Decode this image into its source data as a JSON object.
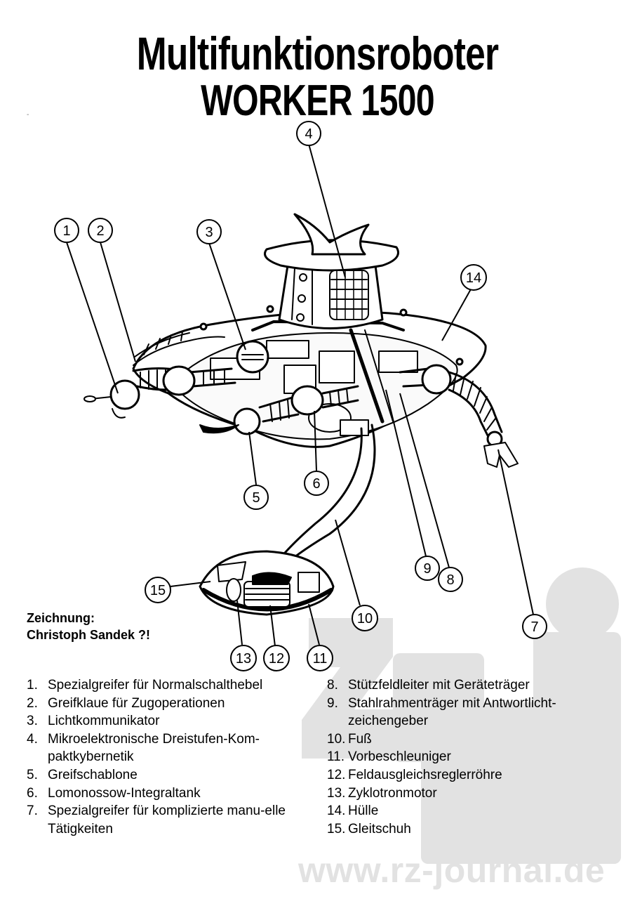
{
  "title": {
    "line1": "Multifunktionsroboter",
    "line2": "WORKER 1500"
  },
  "credit": {
    "label": "Zeichnung:",
    "author": "Christoph Sandek ?!"
  },
  "callouts": [
    "1",
    "2",
    "3",
    "4",
    "5",
    "6",
    "7",
    "8",
    "9",
    "10",
    "11",
    "12",
    "13",
    "14",
    "15"
  ],
  "legend": {
    "left": [
      {
        "num": "1.",
        "text": "Spezialgreifer für Normalschalthebel"
      },
      {
        "num": "2.",
        "text": "Greifklaue für Zugoperationen"
      },
      {
        "num": "3.",
        "text": "Lichtkommunikator"
      },
      {
        "num": "4.",
        "text": "Mikroelektronische Dreistufen-Kom-paktkybernetik"
      },
      {
        "num": "5.",
        "text": "Greifschablone"
      },
      {
        "num": "6.",
        "text": "Lomonossow-Integraltank"
      },
      {
        "num": "7.",
        "text": "Spezialgreifer für komplizierte manu-elle Tätigkeiten"
      }
    ],
    "right": [
      {
        "num": "8.",
        "text": "Stützfeldleiter mit Geräteträger"
      },
      {
        "num": "9.",
        "text": "Stahlrahmenträger mit Antwortlicht-zeichengeber"
      },
      {
        "num": "10.",
        "text": "Fuß"
      },
      {
        "num": "11.",
        "text": "Vorbeschleuniger"
      },
      {
        "num": "12.",
        "text": "Feldausgleichsreglerröhre"
      },
      {
        "num": "13.",
        "text": "Zyklotronmotor"
      },
      {
        "num": "14.",
        "text": "Hülle"
      },
      {
        "num": "15.",
        "text": "Gleitschuh"
      }
    ]
  },
  "watermark": {
    "logo_text": "rz",
    "url": "www.rz-journal.de",
    "color": "#e2e2e2"
  },
  "colors": {
    "ink": "#000000",
    "watermark": "#e2e2e2",
    "background": "#ffffff"
  }
}
